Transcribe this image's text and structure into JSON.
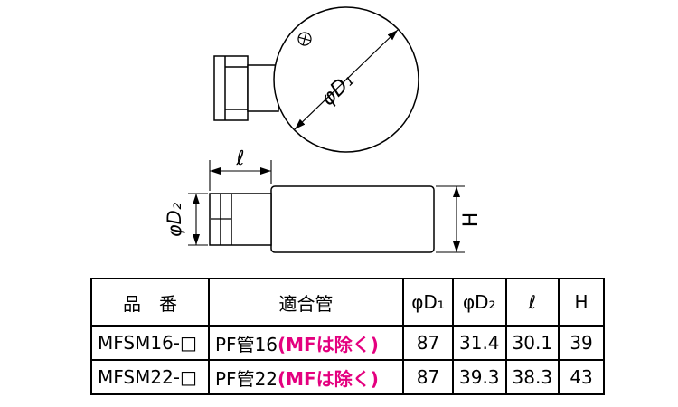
{
  "colors": {
    "accent_pink": "#e4007f",
    "line": "#000000"
  },
  "diagram": {
    "top_view": {
      "d1_label": "φD₁"
    },
    "side_view": {
      "d2_label": "φD₂",
      "ell_label": "ℓ",
      "h_label": "H"
    }
  },
  "table": {
    "headers": {
      "part": "品　番",
      "pipe": "適合管",
      "d1": "φD₁",
      "d2": "φD₂",
      "ell": "ℓ",
      "h": "H"
    },
    "rows": [
      {
        "part": "MFSM16-□",
        "pipe": "PF管16",
        "pipe_note": "(MFは除く)",
        "d1": "87",
        "d2": "31.4",
        "ell": "30.1",
        "h": "39"
      },
      {
        "part": "MFSM22-□",
        "pipe": "PF管22",
        "pipe_note": "(MFは除く)",
        "d1": "87",
        "d2": "39.3",
        "ell": "38.3",
        "h": "43"
      }
    ]
  }
}
